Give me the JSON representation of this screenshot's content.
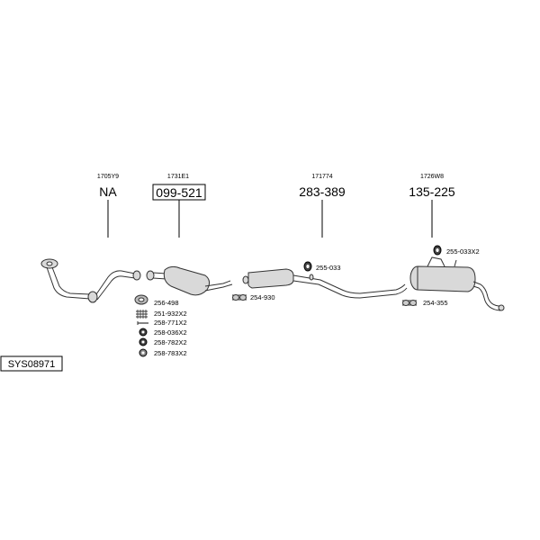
{
  "system_code": "SYS08971",
  "sections": [
    {
      "ref": "1705Y9",
      "code": "NA",
      "boxed": false
    },
    {
      "ref": "1731E1",
      "code": "099-521",
      "boxed": true
    },
    {
      "ref": "171774",
      "code": "283-389",
      "boxed": false
    },
    {
      "ref": "1726W8",
      "code": "135-225",
      "boxed": false
    }
  ],
  "parts": [
    {
      "label": "255-033X2"
    },
    {
      "label": "255-033"
    },
    {
      "label": "254-930"
    },
    {
      "label": "254-355"
    },
    {
      "label": "256-498"
    },
    {
      "label": "251-932X2"
    },
    {
      "label": "258-771X2"
    },
    {
      "label": "258-036X2"
    },
    {
      "label": "258-782X2"
    },
    {
      "label": "258-783X2"
    }
  ]
}
